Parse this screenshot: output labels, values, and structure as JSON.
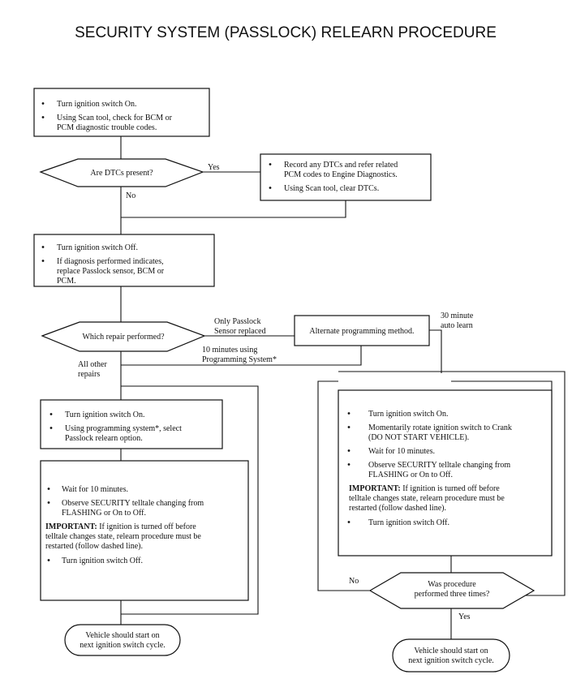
{
  "title": "SECURITY SYSTEM (PASSLOCK) RELEARN PROCEDURE",
  "box1": {
    "items": [
      [
        "Turn ignition switch On."
      ],
      [
        "Using Scan tool, check for BCM or",
        "PCM diagnostic trouble codes."
      ]
    ]
  },
  "decision1": {
    "text": "Are DTCs present?",
    "yes": "Yes",
    "no": "No"
  },
  "box_dtc": {
    "items": [
      [
        "Record any DTCs and refer related",
        "PCM codes to Engine Diagnostics."
      ],
      [
        "Using Scan tool, clear DTCs."
      ]
    ]
  },
  "box2": {
    "items": [
      [
        "Turn ignition switch Off."
      ],
      [
        "If diagnosis performed indicates,",
        "replace Passlock sensor, BCM or",
        "PCM."
      ]
    ]
  },
  "decision2": {
    "text": "Which repair performed?",
    "only_passlock": [
      "Only Passlock",
      "Sensor replaced"
    ],
    "ten_minutes": [
      "10 minutes using",
      "Programming System*"
    ],
    "all_other": [
      "All other",
      "repairs"
    ]
  },
  "box_alt": {
    "text": "Alternate programming method.",
    "auto": [
      "30 minute",
      "auto learn"
    ]
  },
  "box3": {
    "items": [
      [
        "Turn ignition switch On."
      ],
      [
        "Using programming system*, select",
        "Passlock relearn option."
      ]
    ]
  },
  "box4": {
    "items_a": [
      [
        "Wait for 10 minutes."
      ],
      [
        "Observe SECURITY telltale changing from",
        "FLASHING or On to Off."
      ]
    ],
    "important_label": "IMPORTANT:",
    "important_lines": [
      "If ignition is turned off before",
      "telltale changes state, relearn procedure must be",
      "restarted (follow dashed line)."
    ],
    "items_b": [
      [
        "Turn ignition switch Off."
      ]
    ]
  },
  "box5": {
    "items_a": [
      [
        "Turn ignition switch On."
      ],
      [
        "Momentarily rotate ignition switch to Crank",
        "(DO NOT START VEHICLE)."
      ],
      [
        "Wait for 10 minutes."
      ],
      [
        "Observe SECURITY telltale changing from",
        "FLASHING or On to Off."
      ]
    ],
    "important_label": "IMPORTANT:",
    "important_lines": [
      "If ignition is turned off before",
      "telltale changes state, relearn procedure must be",
      "restarted (follow dashed line)."
    ],
    "items_b": [
      [
        "Turn ignition switch Off."
      ]
    ]
  },
  "decision3": {
    "lines": [
      "Was procedure",
      "performed three times?"
    ],
    "no": "No",
    "yes": "Yes"
  },
  "end_left": [
    "Vehicle should start on",
    "next ignition switch cycle."
  ],
  "end_right": [
    "Vehicle should start on",
    "next ignition switch cycle."
  ]
}
